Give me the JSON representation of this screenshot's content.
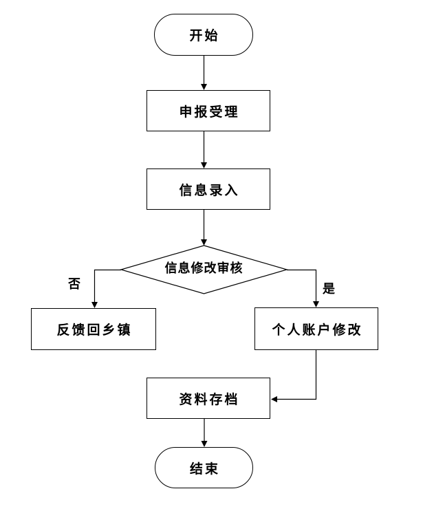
{
  "diagram": {
    "type": "flowchart",
    "colors": {
      "background": "#ffffff",
      "node_fill": "#ffffff",
      "stroke": "#000000",
      "text": "#000000"
    },
    "nodes": [
      {
        "id": "start",
        "shape": "terminator",
        "label": "开始"
      },
      {
        "id": "accept",
        "shape": "process",
        "label": "申报受理"
      },
      {
        "id": "entry",
        "shape": "process",
        "label": "信息录入"
      },
      {
        "id": "review",
        "shape": "decision",
        "label": "信息修改审核"
      },
      {
        "id": "feedback",
        "shape": "process",
        "label": "反馈回乡镇"
      },
      {
        "id": "modify",
        "shape": "process",
        "label": "个人账户修改"
      },
      {
        "id": "archive",
        "shape": "process",
        "label": "资料存档"
      },
      {
        "id": "end",
        "shape": "terminator",
        "label": "结束"
      }
    ],
    "edges": [
      {
        "from": "start",
        "to": "accept",
        "label": ""
      },
      {
        "from": "accept",
        "to": "entry",
        "label": ""
      },
      {
        "from": "entry",
        "to": "review",
        "label": ""
      },
      {
        "from": "review",
        "to": "feedback",
        "label": "否"
      },
      {
        "from": "review",
        "to": "modify",
        "label": "是"
      },
      {
        "from": "modify",
        "to": "archive",
        "label": ""
      },
      {
        "from": "archive",
        "to": "end",
        "label": ""
      }
    ]
  }
}
